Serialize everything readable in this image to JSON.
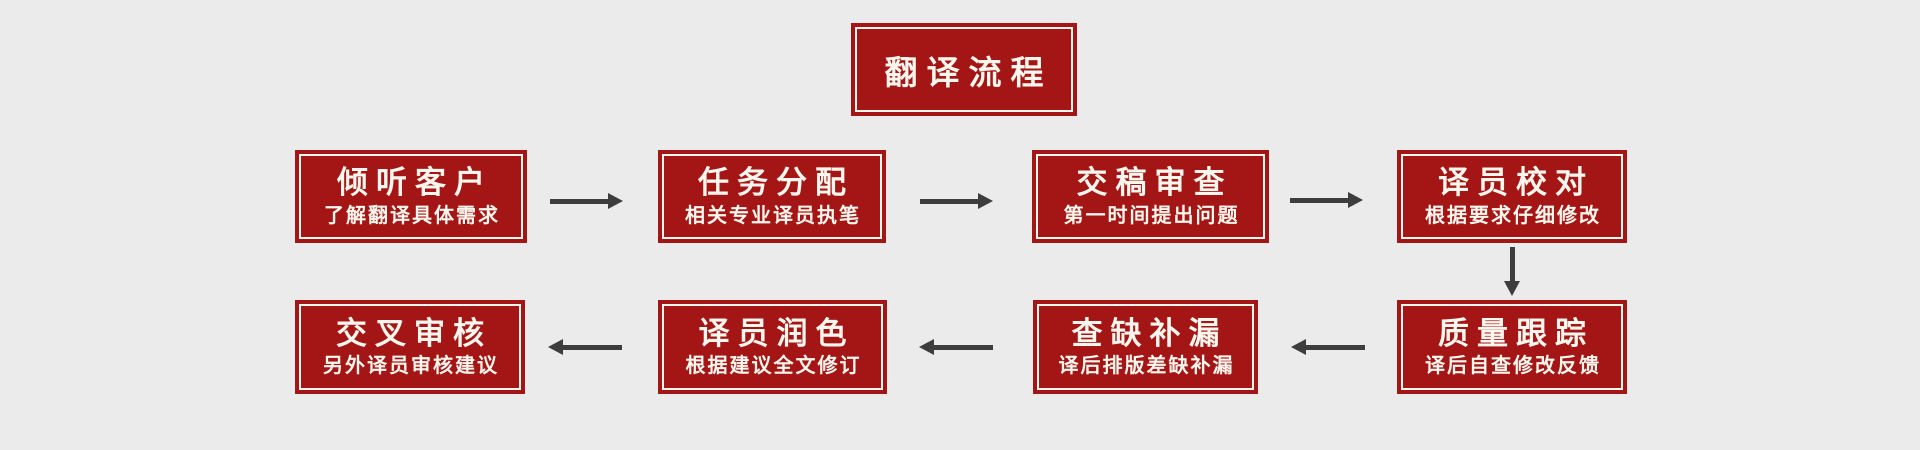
{
  "flowchart": {
    "title": "翻译流程",
    "steps": [
      {
        "title": "倾听客户",
        "subtitle": "了解翻译具体需求"
      },
      {
        "title": "任务分配",
        "subtitle": "相关专业译员执笔"
      },
      {
        "title": "交稿审查",
        "subtitle": "第一时间提出问题"
      },
      {
        "title": "译员校对",
        "subtitle": "根据要求仔细修改"
      },
      {
        "title": "质量跟踪",
        "subtitle": "译后自查修改反馈"
      },
      {
        "title": "查缺补漏",
        "subtitle": "译后排版差缺补漏"
      },
      {
        "title": "译员润色",
        "subtitle": "根据建议全文修订"
      },
      {
        "title": "交叉审核",
        "subtitle": "另外译员审核建议"
      }
    ],
    "icons": {
      "right_arrow": "arrow-right",
      "left_arrow": "arrow-left",
      "down_arrow": "arrow-down"
    },
    "colors": {
      "box_red": "#a41616",
      "keyline_and_text": "#fcf7ee",
      "arrow_gray": "#3d3d3d",
      "background": "#ebebeb"
    }
  }
}
